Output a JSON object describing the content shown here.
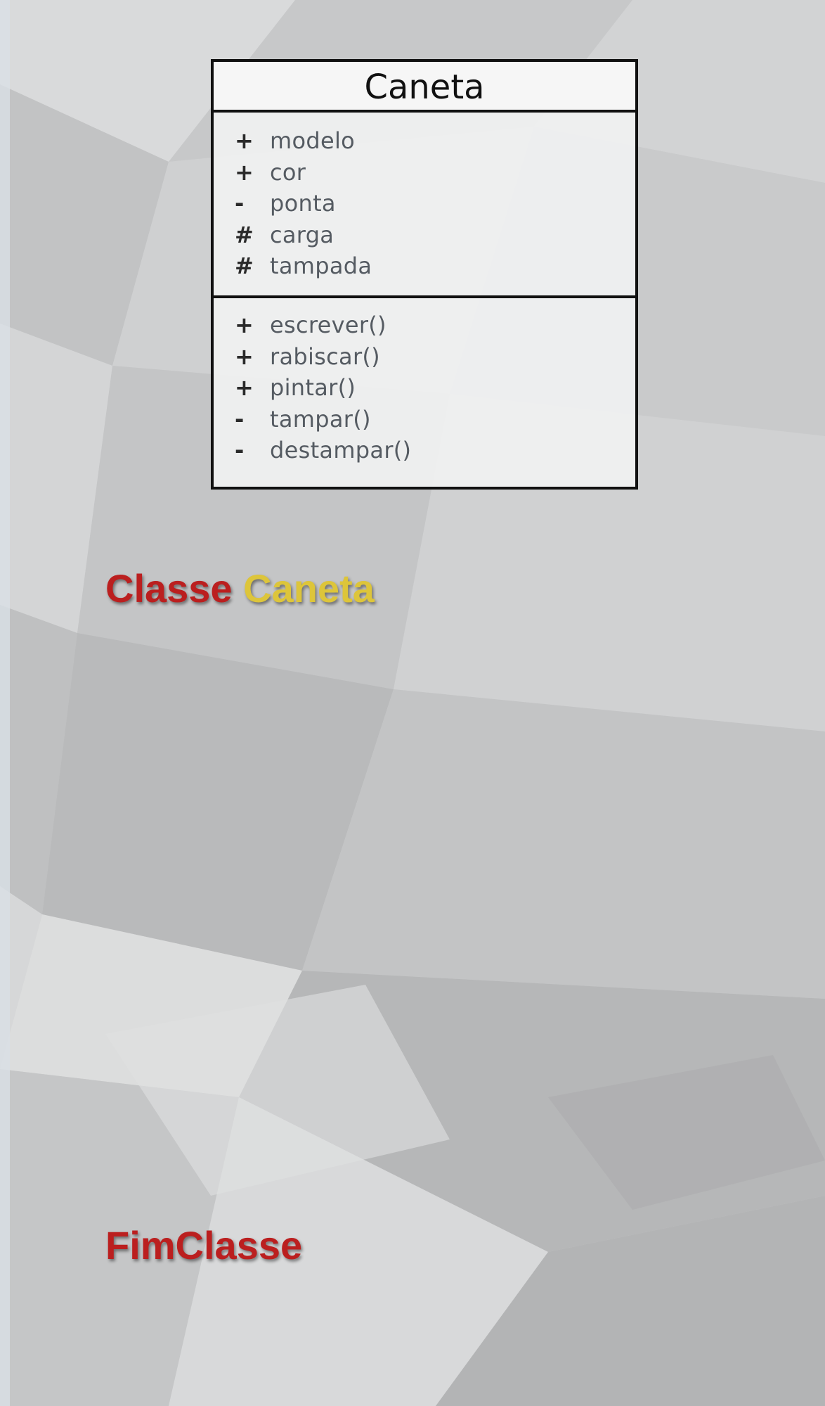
{
  "diagram": {
    "class_name": "Caneta",
    "attributes": [
      {
        "visibility": "+",
        "name": "modelo"
      },
      {
        "visibility": "+",
        "name": "cor"
      },
      {
        "visibility": "-",
        "name": "ponta"
      },
      {
        "visibility": "#",
        "name": "carga"
      },
      {
        "visibility": "#",
        "name": "tampada"
      }
    ],
    "methods": [
      {
        "visibility": "+",
        "name": "escrever()"
      },
      {
        "visibility": "+",
        "name": "rabiscar()"
      },
      {
        "visibility": "+",
        "name": "pintar()"
      },
      {
        "visibility": "-",
        "name": "tampar()"
      },
      {
        "visibility": "-",
        "name": "destampar()"
      }
    ]
  },
  "code": {
    "class_keyword": "Classe",
    "class_name": "Caneta",
    "end_keyword": "FimClasse"
  },
  "colors": {
    "keyword": "#bb1f1f",
    "class_name": "#ddc53a",
    "box_border": "#111111",
    "member_text": "#555b62"
  }
}
